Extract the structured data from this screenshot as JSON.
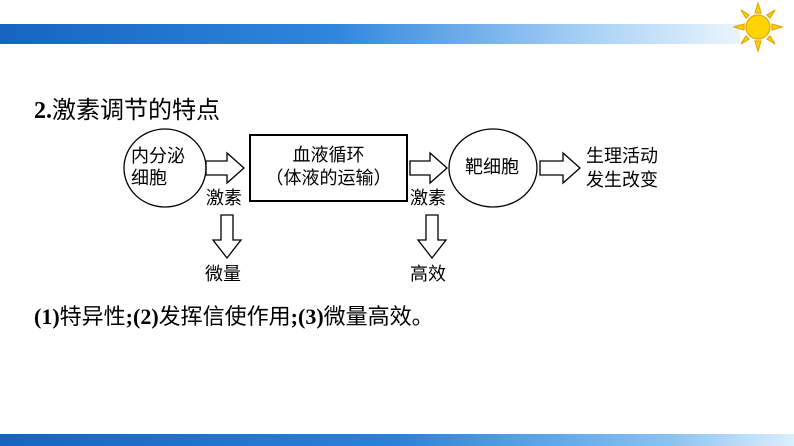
{
  "heading": {
    "number": "2.",
    "text": "激素调节的特点"
  },
  "diagram": {
    "node_source_line1": "内分泌",
    "node_source_line2": "细胞",
    "node_transport_line1": "血液循环",
    "node_transport_line2": "（体液的运输）",
    "node_target": "靶细胞",
    "result_line1": "生理活动",
    "result_line2": "发生改变",
    "arrow1_label": "激素",
    "arrow2_label": "激素",
    "down1_label": "微量",
    "down2_label": "高效"
  },
  "features": {
    "p1": "(1)",
    "t1": "特异性",
    "s1": ";",
    "p2": "(2)",
    "t2": "发挥信使作用",
    "s2": ";",
    "p3": "(3)",
    "t3": "微量高效。"
  },
  "colors": {
    "bar_dark": "#1565c0",
    "bar_light": "#eaf5fd",
    "sun": "#ffd400",
    "sun_outline": "#e3a800"
  }
}
